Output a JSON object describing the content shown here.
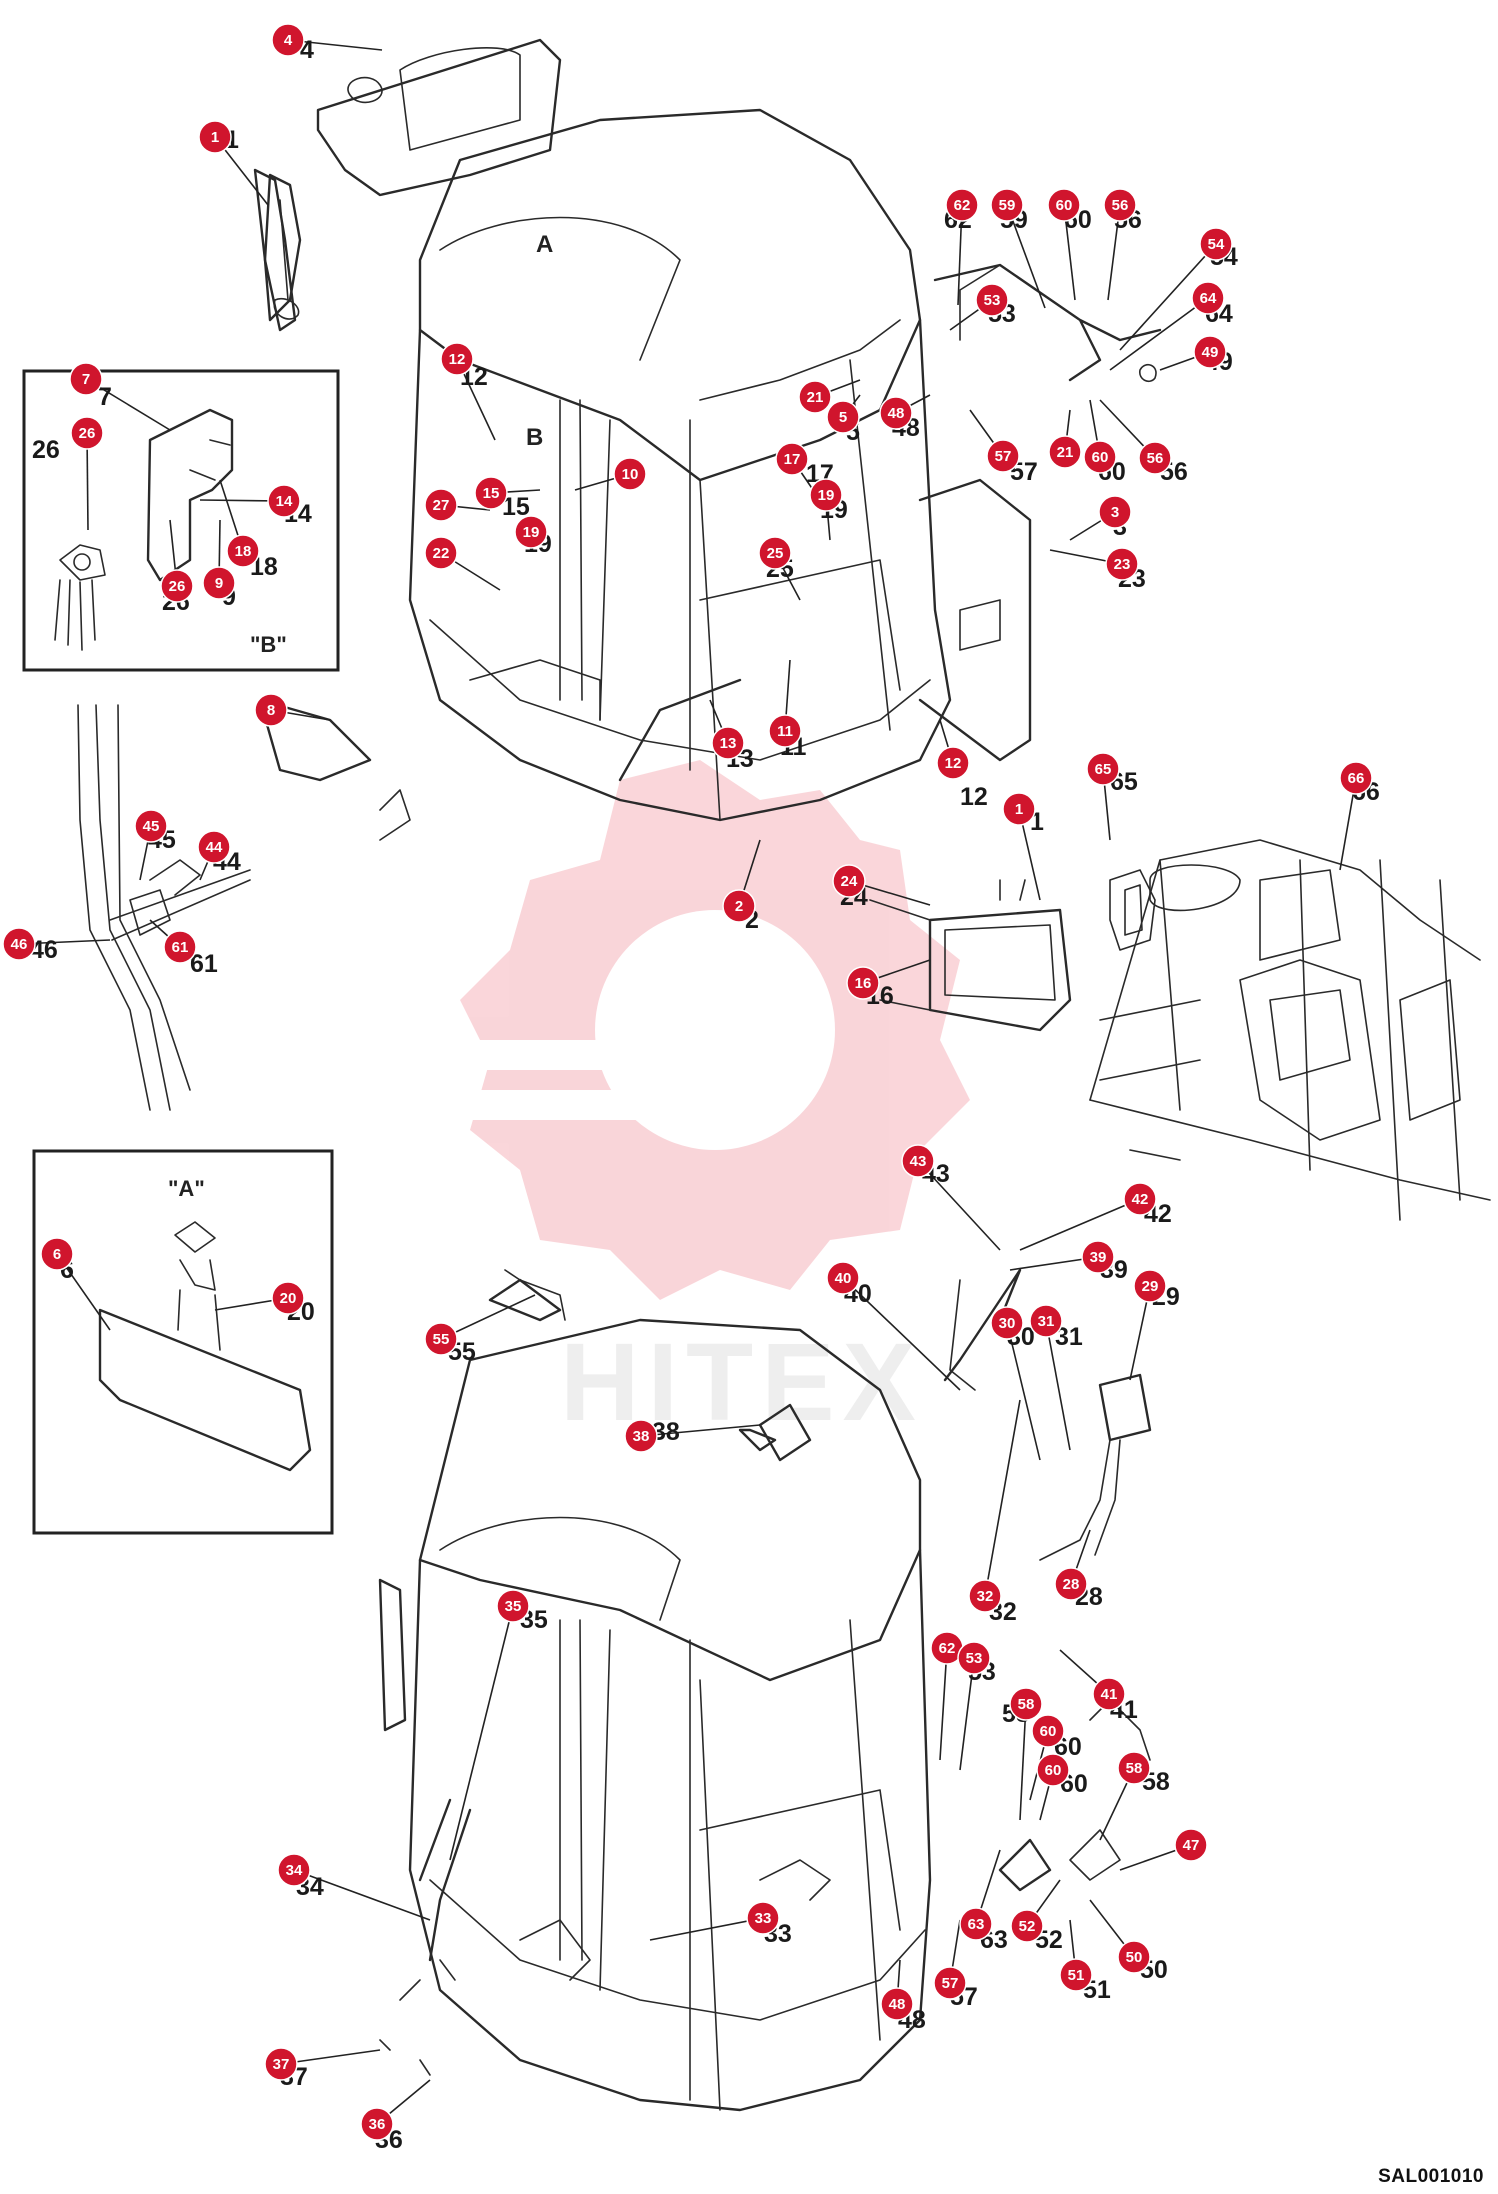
{
  "drawing_code": "SAL001010",
  "watermark_text": "HITEX",
  "inset_b": {
    "title": "\"B\""
  },
  "inset_a": {
    "title": "\"A\""
  },
  "view_marks": {
    "a": "A",
    "b": "B"
  },
  "callout_color": "#d0152d",
  "callouts": [
    {
      "n": "4",
      "text": "4"
    },
    {
      "n": "1",
      "text": "1"
    },
    {
      "n": "62",
      "text": "62"
    },
    {
      "n": "59",
      "text": "59"
    },
    {
      "n": "60",
      "text": "60"
    },
    {
      "n": "56",
      "text": "56"
    },
    {
      "n": "54",
      "text": "54"
    },
    {
      "n": "53",
      "text": "53"
    },
    {
      "n": "64",
      "text": "64"
    },
    {
      "n": "49",
      "text": "49"
    },
    {
      "n": "7",
      "text": "7"
    },
    {
      "n": "12",
      "text": "12"
    },
    {
      "n": "21",
      "text": "21"
    },
    {
      "n": "5",
      "text": "5"
    },
    {
      "n": "48",
      "text": "48"
    },
    {
      "n": "26",
      "text": "26"
    },
    {
      "n": "57",
      "text": "57"
    },
    {
      "n": "21",
      "text": "21"
    },
    {
      "n": "60",
      "text": "60"
    },
    {
      "n": "56",
      "text": "56"
    },
    {
      "n": "17",
      "text": "17"
    },
    {
      "n": "10",
      "text": "10"
    },
    {
      "n": "15",
      "text": "15"
    },
    {
      "n": "19",
      "text": "19"
    },
    {
      "n": "14",
      "text": "14"
    },
    {
      "n": "27",
      "text": "27"
    },
    {
      "n": "19",
      "text": "19"
    },
    {
      "n": "18",
      "text": "18"
    },
    {
      "n": "22",
      "text": "22"
    },
    {
      "n": "3",
      "text": "3"
    },
    {
      "n": "25",
      "text": "25"
    },
    {
      "n": "23",
      "text": "23"
    },
    {
      "n": "26",
      "text": "26"
    },
    {
      "n": "9",
      "text": "9"
    },
    {
      "n": "8",
      "text": "8"
    },
    {
      "n": "13",
      "text": "13"
    },
    {
      "n": "11",
      "text": "11"
    },
    {
      "n": "12",
      "text": "12"
    },
    {
      "n": "65",
      "text": "65"
    },
    {
      "n": "66",
      "text": "66"
    },
    {
      "n": "1",
      "text": "1"
    },
    {
      "n": "45",
      "text": "45"
    },
    {
      "n": "44",
      "text": "44"
    },
    {
      "n": "24",
      "text": "24"
    },
    {
      "n": "2",
      "text": "2"
    },
    {
      "n": "46",
      "text": "46"
    },
    {
      "n": "61",
      "text": "61"
    },
    {
      "n": "16",
      "text": "16"
    },
    {
      "n": "43",
      "text": "43"
    },
    {
      "n": "42",
      "text": "42"
    },
    {
      "n": "6",
      "text": "6"
    },
    {
      "n": "20",
      "text": "20"
    },
    {
      "n": "39",
      "text": "39"
    },
    {
      "n": "40",
      "text": "40"
    },
    {
      "n": "29",
      "text": "29"
    },
    {
      "n": "30",
      "text": "30"
    },
    {
      "n": "31",
      "text": "31"
    },
    {
      "n": "55",
      "text": "55"
    },
    {
      "n": "38",
      "text": "38"
    },
    {
      "n": "32",
      "text": "32"
    },
    {
      "n": "28",
      "text": "28"
    },
    {
      "n": "35",
      "text": "35"
    },
    {
      "n": "62",
      "text": "62"
    },
    {
      "n": "53",
      "text": "53"
    },
    {
      "n": "41",
      "text": "41"
    },
    {
      "n": "58",
      "text": "58"
    },
    {
      "n": "60",
      "text": "60"
    },
    {
      "n": "60",
      "text": "60"
    },
    {
      "n": "58",
      "text": "58"
    },
    {
      "n": "47",
      "text": "47"
    },
    {
      "n": "34",
      "text": "34"
    },
    {
      "n": "33",
      "text": "33"
    },
    {
      "n": "63",
      "text": "63"
    },
    {
      "n": "52",
      "text": "52"
    },
    {
      "n": "50",
      "text": "50"
    },
    {
      "n": "51",
      "text": "51"
    },
    {
      "n": "57",
      "text": "57"
    },
    {
      "n": "48",
      "text": "48"
    },
    {
      "n": "37",
      "text": "37"
    },
    {
      "n": "36",
      "text": "36"
    }
  ]
}
